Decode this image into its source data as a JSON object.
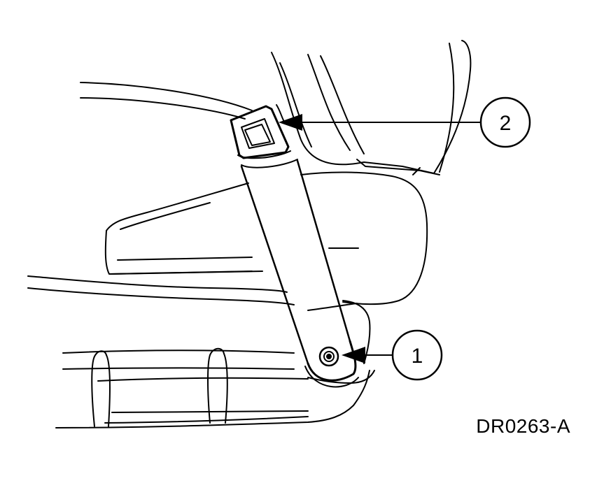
{
  "figure": {
    "id_label": "DR0263-A",
    "line_color": "#000000",
    "background": "#ffffff"
  },
  "callouts": [
    {
      "number": "1",
      "target": "bolt"
    },
    {
      "number": "2",
      "target": "seat-belt-buckle"
    }
  ]
}
